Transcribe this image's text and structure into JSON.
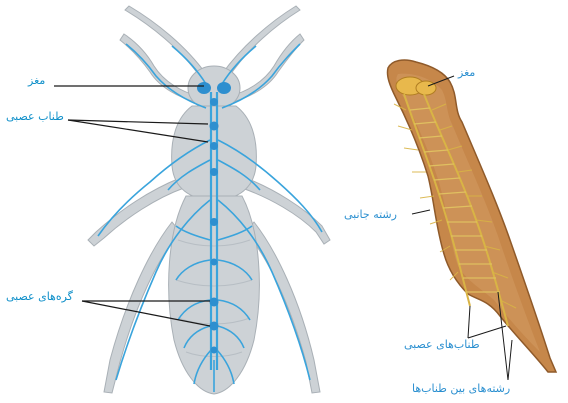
{
  "colors": {
    "nerve_blue": "#3aa4dc",
    "insect_body": "#c9ced2",
    "label_blue": "#0e8fc9",
    "flatworm_body": "#c6874a",
    "flatworm_nerve": "#d9b445",
    "leader_line": "#1a1a1a"
  },
  "insect": {
    "labels": {
      "brain": "مغز",
      "nerve_cord": "طناب عصبی",
      "ganglia": "گره‌های عصبی"
    }
  },
  "flatworm": {
    "labels": {
      "brain": "مغز",
      "lateral_branch": "رشته جانبی",
      "nerve_cords": "طناب‌های عصبی",
      "connecting_fibers": "رشته‌های بین طناب‌ها"
    }
  }
}
